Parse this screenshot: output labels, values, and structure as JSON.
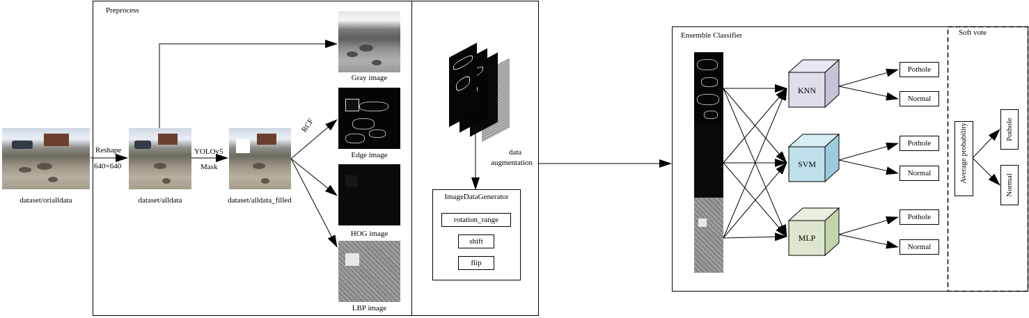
{
  "preprocess": {
    "title": "Preprocess",
    "reshape_label": "Reshape",
    "reshape_size": "640×640",
    "yolo_label": "YOLOv5",
    "mask_label": "Mask",
    "rcf_label": "RCF"
  },
  "images": {
    "original": "dataset/orialldata",
    "alldata": "dataset/alldata",
    "filled": "dataset/alldata_filled",
    "gray": "Gray image",
    "edge": "Edge image",
    "hog": "HOG image",
    "lbp": "LBP image"
  },
  "augmentation": {
    "label_line1": "data",
    "label_line2": "augmentation",
    "generator_title": "ImageDataGenerator",
    "options": [
      "rotation_range",
      "shift",
      "flip"
    ]
  },
  "ensemble": {
    "title": "Ensemble Classifier",
    "classifiers": [
      {
        "name": "KNN",
        "color": "#e1dcea",
        "outputs": [
          "Pothole",
          "Normal"
        ]
      },
      {
        "name": "SVM",
        "color": "#bfe0ea",
        "outputs": [
          "Pothole",
          "Normal"
        ]
      },
      {
        "name": "MLP",
        "color": "#dde7cf",
        "outputs": [
          "Pothole",
          "Normal"
        ]
      }
    ]
  },
  "soft_vote": {
    "title": "Soft vote",
    "average_label": "Average probability",
    "outputs": [
      "Pothole",
      "Normal"
    ]
  }
}
